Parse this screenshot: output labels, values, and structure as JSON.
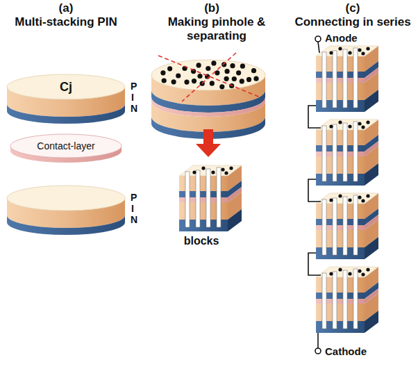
{
  "diagram": {
    "nodes": [
      {
        "text": [
          "Cj"
        ]
      },
      {
        "text": [
          "Contact-layer"
        ]
      }
    ],
    "labels": [
      "(a)",
      "Multi-stacking PIN",
      "(b)",
      "Making pinhole & separating",
      "(c)",
      "Connecting in series",
      "P",
      "I",
      "N",
      "P",
      "I",
      "N",
      "blocks",
      "Anode",
      "Cathode"
    ]
  }
}
